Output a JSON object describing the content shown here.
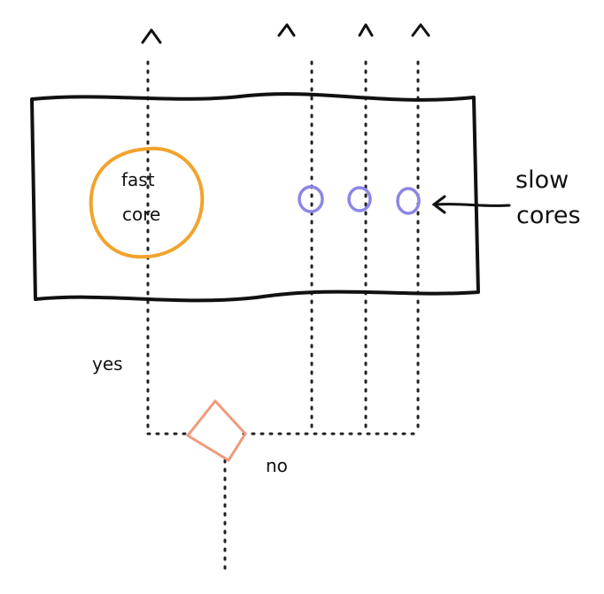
{
  "labels": {
    "fast_core_line1": "fast",
    "fast_core_line2": "core",
    "slow_cores_line1": "slow",
    "slow_cores_line2": "cores",
    "yes": "yes",
    "no": "no"
  },
  "colors": {
    "ink": "#111111",
    "dots": "#222222",
    "fast_core": "#f2a32c",
    "slow_core": "#8b86e6",
    "decision": "#ee9a7a"
  },
  "icons": {
    "arrow_head": "caret-up",
    "pointer": "arrow-left"
  }
}
